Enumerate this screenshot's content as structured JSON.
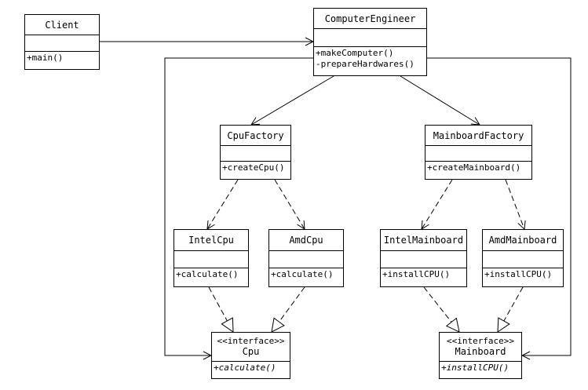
{
  "classes": {
    "client": {
      "name": "Client",
      "ops": [
        "+main()"
      ]
    },
    "computer_engineer": {
      "name": "ComputerEngineer",
      "ops": [
        "+makeComputer()",
        "-prepareHardwares()"
      ]
    },
    "cpu_factory": {
      "name": "CpuFactory",
      "ops": [
        "+createCpu()"
      ]
    },
    "mainboard_factory": {
      "name": "MainboardFactory",
      "ops": [
        "+createMainboard()"
      ]
    },
    "intel_cpu": {
      "name": "IntelCpu",
      "ops": [
        "+calculate()"
      ]
    },
    "amd_cpu": {
      "name": "AmdCpu",
      "ops": [
        "+calculate()"
      ]
    },
    "intel_mainboard": {
      "name": "IntelMainboard",
      "ops": [
        "+installCPU()"
      ]
    },
    "amd_mainboard": {
      "name": "AmdMainboard",
      "ops": [
        "+installCPU()"
      ]
    },
    "cpu": {
      "stereotype": "<<interface>>",
      "name": "Cpu",
      "ops": [
        "+calculate()"
      ]
    },
    "mainboard": {
      "stereotype": "<<interface>>",
      "name": "Mainboard",
      "ops": [
        "+installCPU()"
      ]
    }
  }
}
